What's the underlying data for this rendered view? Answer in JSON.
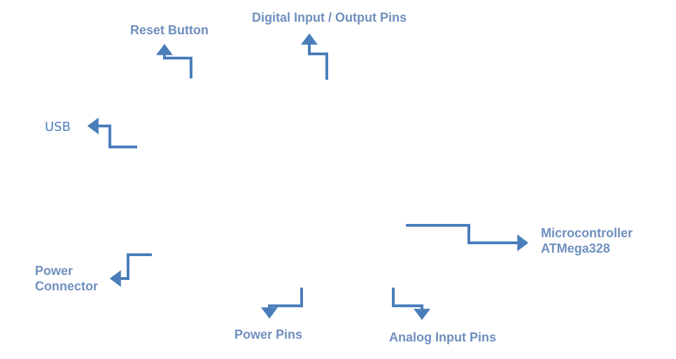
{
  "colors": {
    "label": "#6f8fbf",
    "arrow": "#4a7ebb",
    "background": "#ffffff"
  },
  "labels": {
    "reset_button": "Reset Button",
    "digital_io": "Digital Input / Output  Pins",
    "usb": "USB",
    "microcontroller_line1": "Microcontroller",
    "microcontroller_line2": "ATMega328",
    "power_connector_line1": "Power",
    "power_connector_line2": "Connector",
    "power_pins": "Power Pins",
    "analog_input_pins": "Analog Input Pins"
  }
}
